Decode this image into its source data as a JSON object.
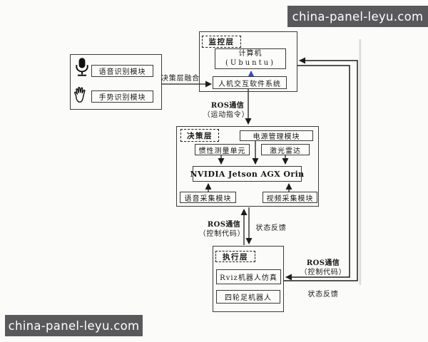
{
  "watermark": {
    "text": "china-panel-leyu.com",
    "bg": "#59595b",
    "fg": "#ffffff"
  },
  "colors": {
    "line": "#1c1c1c",
    "blue_arrow": "#3a4ab5",
    "border": "#3a3a3a"
  },
  "layers": {
    "input": {
      "voice_module": "语音识别模块",
      "gesture_module": "手势识别模块",
      "mic_icon": "microphone-icon",
      "hand_icon": "open-hand-icon"
    },
    "monitor": {
      "label": "监控层",
      "computer_line1": "计算机",
      "computer_line2": "(Ubuntu)",
      "hmi_software": "人机交互软件系统"
    },
    "decision": {
      "label": "决策层",
      "power_module": "电源管理模块",
      "imu_module": "惯性测量单元",
      "lidar_module": "激光雷达",
      "soc_module": "NVIDIA Jetson AGX Orin",
      "audio_capture_module": "语音采集模块",
      "video_capture_module": "视频采集模块"
    },
    "execution": {
      "label": "执行层",
      "rviz_sim": "Rviz机器人仿真",
      "robot": "四轮足机器人"
    }
  },
  "edges": {
    "fusion_label": "决策层融合",
    "ros_motion_line1": "ROS通信",
    "ros_motion_line2": "（运动指令）",
    "ros_control_mid_line1": "ROS通信",
    "ros_control_mid_line2": "（控制代码）",
    "feedback_mid": "状态反馈",
    "ros_control_right_line1": "ROS通信",
    "ros_control_right_line2": "（控制代码）",
    "feedback_right": "状态反馈"
  }
}
